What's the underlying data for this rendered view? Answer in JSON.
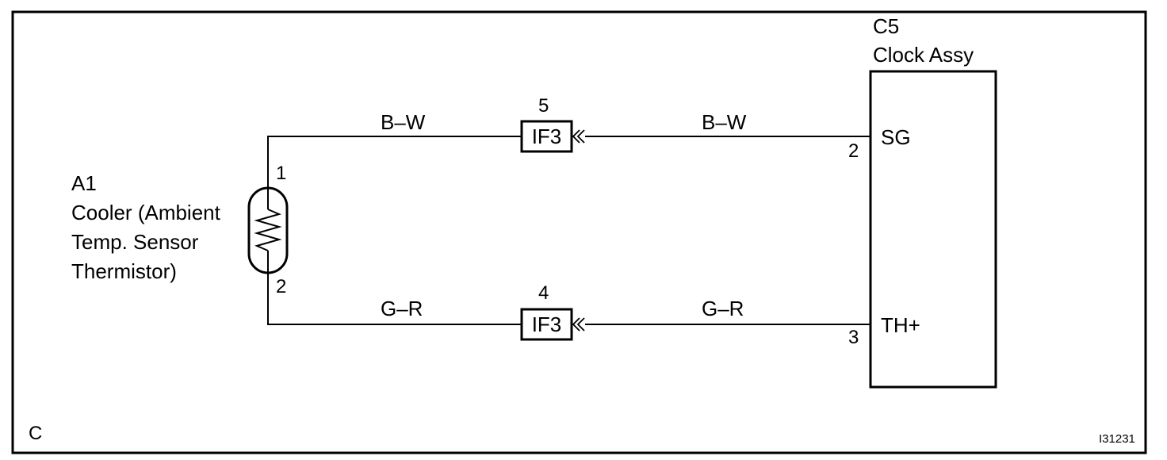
{
  "sensor": {
    "code": "A1",
    "name_lines": [
      "Cooler (Ambient",
      "Temp. Sensor",
      "Thermistor)"
    ],
    "pin_top": "1",
    "pin_bottom": "2"
  },
  "clock": {
    "code": "C5",
    "name": "Clock Assy",
    "pins": [
      {
        "number": "2",
        "terminal": "SG"
      },
      {
        "number": "3",
        "terminal": "TH+"
      }
    ]
  },
  "wires": [
    {
      "left_color": "B–W",
      "right_color": "B–W",
      "connector": "IF3",
      "connector_pin": "5"
    },
    {
      "left_color": "G–R",
      "right_color": "G–R",
      "connector": "IF3",
      "connector_pin": "4"
    }
  ],
  "corner_label": "C",
  "figure_id": "I31231"
}
